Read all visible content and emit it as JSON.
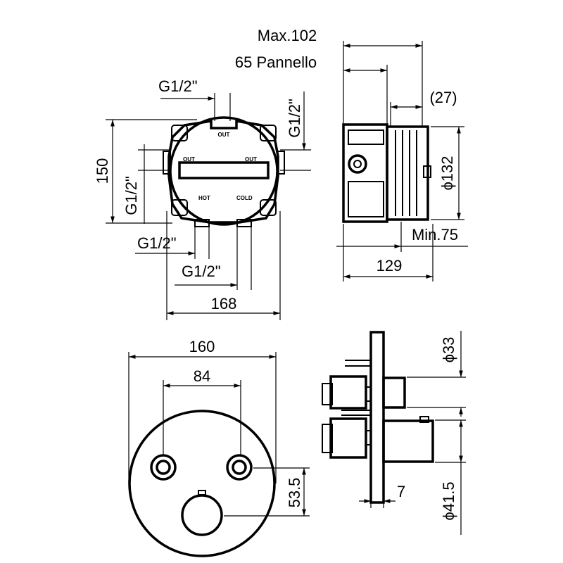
{
  "top_view": {
    "dim_height": "150",
    "dim_width": "168",
    "g_top": "G1/2\"",
    "g_right": "G1/2\"",
    "g_left": "G1/2\"",
    "g_bottom_1": "G1/2\"",
    "g_bottom_2": "G1/2\"",
    "port_top": "OUT",
    "port_left": "OUT",
    "port_right": "OUT",
    "port_hot": "HOT",
    "port_cold": "COLD"
  },
  "side_view": {
    "dim_max": "Max.102",
    "dim_panel": "65 Pannello",
    "dim_27": "(27)",
    "dim_dia": "ϕ132",
    "dim_min": "Min.75",
    "dim_129": "129"
  },
  "front_plate": {
    "dim_160": "160",
    "dim_84": "84",
    "dim_53": "53.5"
  },
  "side_plate": {
    "dim_dia33": "ϕ33",
    "dim_7": "7",
    "dim_dia41": "ϕ41.5"
  }
}
